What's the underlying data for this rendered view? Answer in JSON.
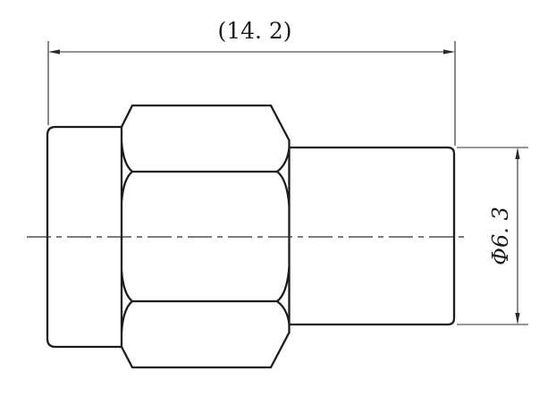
{
  "drawing": {
    "kind": "engineering-dimension-drawing",
    "view": "connector-side-view"
  },
  "labels": {
    "overall_length": "(14. 2)",
    "diameter": "Φ6. 3"
  },
  "values": {
    "overall_length_mm": 14.2,
    "diameter_mm": 6.3
  },
  "colors": {
    "background": "#ffffff",
    "outline": "#1c1c1c",
    "dimension": "#2b2b2b",
    "text": "#1b1b1b"
  }
}
